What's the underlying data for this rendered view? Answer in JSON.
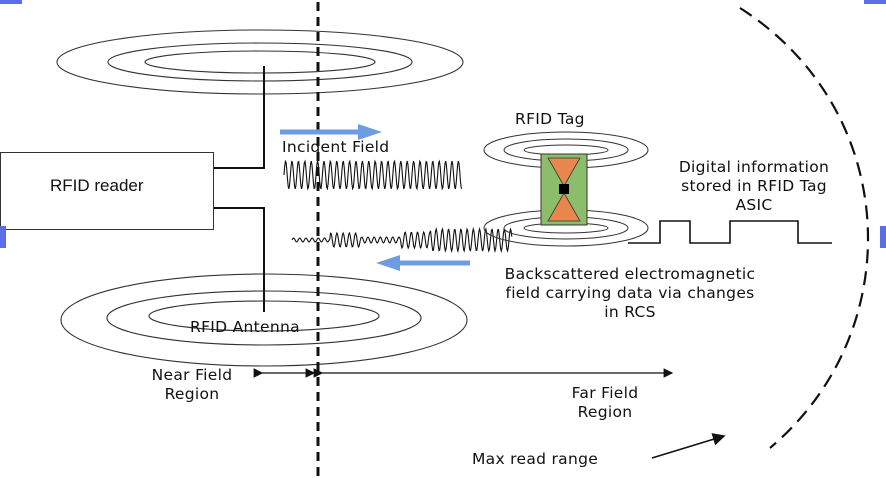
{
  "labels": {
    "reader": "RFID reader",
    "antenna": "RFID Antenna",
    "tag": "RFID Tag",
    "incident": "Incident Field",
    "digital": [
      "Digital information",
      "stored in RFID Tag",
      "ASIC"
    ],
    "backscatter": [
      "Backscattered electromagnetic",
      "field carrying data via changes",
      "in RCS"
    ],
    "near": [
      "Near Field",
      "Region"
    ],
    "far": [
      "Far Field",
      "Region"
    ],
    "max_range": "Max read range"
  },
  "colors": {
    "arrow": "#6d9de0",
    "tag_body": "#8bbd6a",
    "tag_antenna": "#e8874d",
    "accent": "#5b6ee8"
  }
}
